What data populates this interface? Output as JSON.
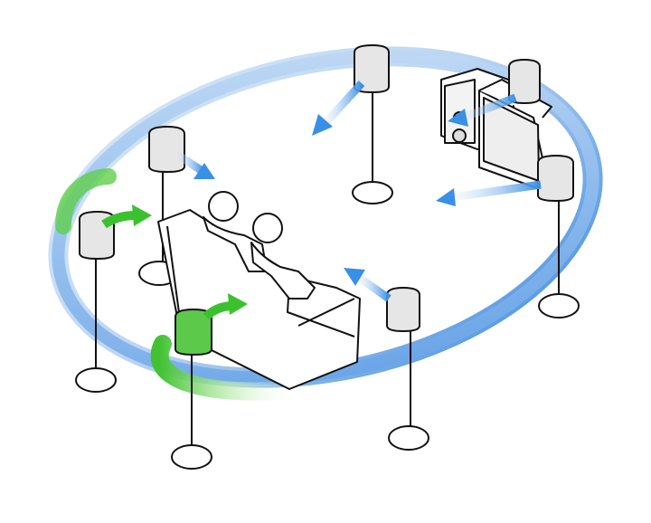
{
  "diagram": {
    "palette": {
      "ring_outer": "#4a90e2",
      "ring_inner": "#c9dff5",
      "arrow_blue": "#3a8fe6",
      "arrow_green": "#39c12b",
      "stroke": "#111111",
      "fill": "#ffffff",
      "shade": "#dddddd"
    },
    "speakers": [
      {
        "name": "front-center",
        "icon": "speaker-icon",
        "stand": "floor-stand"
      },
      {
        "name": "front-left",
        "icon": "speaker-icon",
        "stand": "floor-stand"
      },
      {
        "name": "front-right-upper",
        "icon": "speaker-icon",
        "stand": "none"
      },
      {
        "name": "front-right",
        "icon": "speaker-icon",
        "stand": "floor-stand"
      },
      {
        "name": "side-left",
        "icon": "speaker-icon",
        "stand": "floor-stand"
      },
      {
        "name": "rear-left",
        "icon": "speaker-icon",
        "stand": "floor-stand"
      },
      {
        "name": "rear-right",
        "icon": "speaker-icon",
        "stand": "floor-stand"
      }
    ],
    "listeners": 2,
    "equipment": [
      "tv-icon",
      "subwoofer-icon",
      "couch-icon"
    ]
  }
}
